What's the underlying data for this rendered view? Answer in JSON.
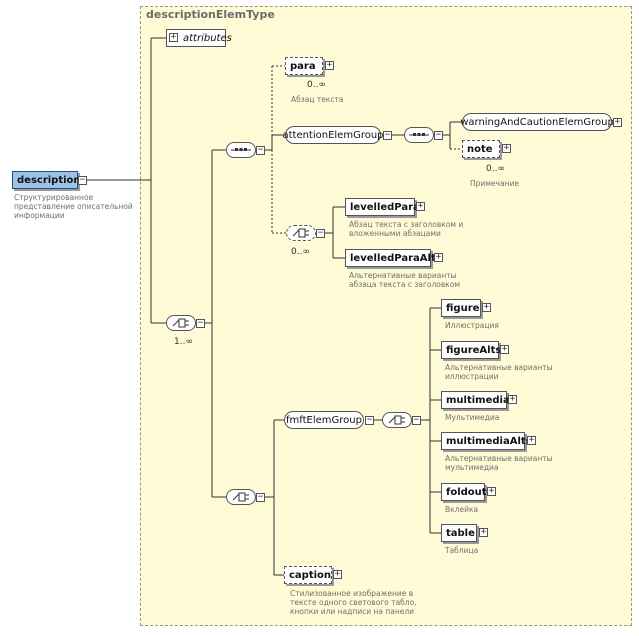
{
  "type_name": "descriptionElemType",
  "root": {
    "label": "description",
    "note": "Структурированное\nпредставление описательной\nинформации"
  },
  "attributes_label": "attributes",
  "para": {
    "label": "para",
    "card": "0..∞",
    "note": "Абзац текста"
  },
  "attentionElemGroup": {
    "label": "attentionElemGroup"
  },
  "warningAndCautionElemGroup": {
    "label": "warningAndCautionElemGroup"
  },
  "note_el": {
    "label": "note",
    "card": "0..∞",
    "note": "Примечание"
  },
  "choice1_card": "0..∞",
  "levelledPara": {
    "label": "levelledPara",
    "note": "Абзац текста с заголовком и\nвложенными абзацами"
  },
  "levelledParaAlts": {
    "label": "levelledParaAlts",
    "note": "Альтернативные варианты\nабзаца текста с заголовком"
  },
  "main_choice_card": "1..∞",
  "fmftElemGroup": {
    "label": "fmftElemGroup"
  },
  "figure": {
    "label": "figure",
    "note": "Иллюстрация"
  },
  "figureAlts": {
    "label": "figureAlts",
    "note": "Альтернативные варианты\nиллюстрации"
  },
  "multimedia": {
    "label": "multimedia",
    "note": "Мультимедиа"
  },
  "multimediaAlts": {
    "label": "multimediaAlts",
    "note": "Альтернативные варианты\nмультимедиа"
  },
  "foldout": {
    "label": "foldout",
    "note": "Вклейка"
  },
  "table": {
    "label": "table",
    "note": "Таблица"
  },
  "caption": {
    "label": "caption",
    "note": "Стилизованное изображение в\nтексте одного светового табло,\nкнопки или надписи на панели"
  }
}
